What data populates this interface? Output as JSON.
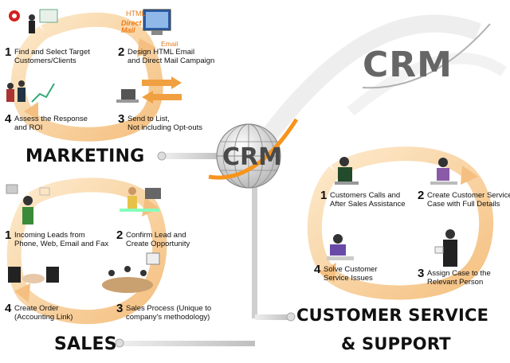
{
  "brand": {
    "crm_logo": "CRM",
    "crm_center": "CRM"
  },
  "floating_labels": {
    "html": "HTML",
    "direct_mail": "Direct Mail",
    "email": "Email"
  },
  "marketing": {
    "title": "MARKETING",
    "steps": [
      {
        "num": "1",
        "line1": "Find and Select Target",
        "line2": "Customers/Clients"
      },
      {
        "num": "2",
        "line1": "Design HTML Email",
        "line2": "and Direct Mail Campaign"
      },
      {
        "num": "3",
        "line1": "Send to List,",
        "line2": "Not including Opt-outs"
      },
      {
        "num": "4",
        "line1": "Assess the Response",
        "line2": "and ROI"
      }
    ]
  },
  "sales": {
    "title": "SALES",
    "steps": [
      {
        "num": "1",
        "line1": "Incoming Leads from",
        "line2": "Phone, Web, Email and Fax"
      },
      {
        "num": "2",
        "line1": "Confirm Lead and",
        "line2": "Create Opportunity"
      },
      {
        "num": "3",
        "line1": "Sales Process (Unique to",
        "line2": "company's methodology)"
      },
      {
        "num": "4",
        "line1": "Create Order",
        "line2": "(Accounting Link)"
      }
    ]
  },
  "service": {
    "title_line1": "CUSTOMER SERVICE",
    "title_line2": "& SUPPORT",
    "steps": [
      {
        "num": "1",
        "line1": "Customers Calls and",
        "line2": "After Sales Assistance"
      },
      {
        "num": "2",
        "line1": "Create Customer Service",
        "line2": "Case with Full Details"
      },
      {
        "num": "3",
        "line1": "Assign Case to the",
        "line2": "Relevant Person"
      },
      {
        "num": "4",
        "line1": "Solve Customer",
        "line2": "Service Issues"
      }
    ]
  },
  "colors": {
    "arrow_orange": "#f0b060",
    "swoosh": "#f7941d",
    "connector": "#c8c8c8",
    "globe": "#9a9a9a"
  }
}
